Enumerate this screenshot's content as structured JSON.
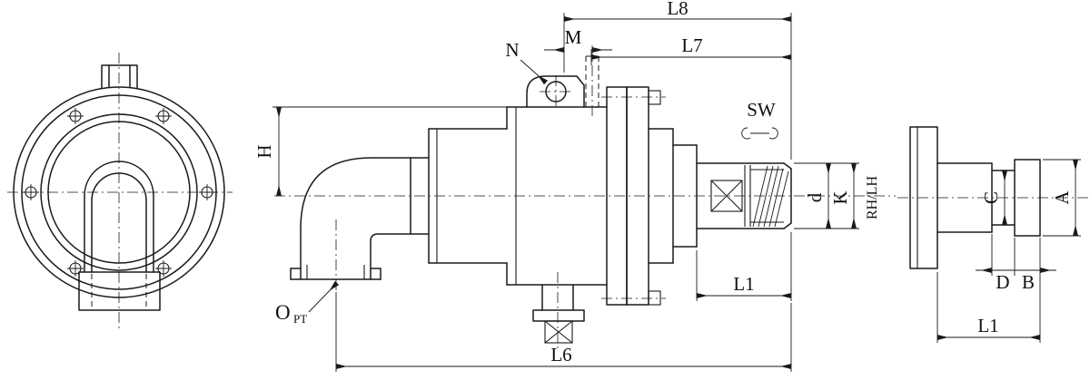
{
  "drawing": {
    "colors": {
      "background": "#ffffff",
      "line": "#1a1a1a"
    },
    "labels": {
      "l8": "L8",
      "l7": "L7",
      "m": "M",
      "n": "N",
      "sw": "SW",
      "h": "H",
      "d_lower": "d",
      "k": "K",
      "rh_lh": "RH/LH",
      "l1_front": "L1",
      "o": "O",
      "pt": "PT",
      "l6": "L6",
      "c": "C",
      "a": "A",
      "d_upper": "D",
      "b": "B",
      "l1_side": "L1"
    }
  }
}
